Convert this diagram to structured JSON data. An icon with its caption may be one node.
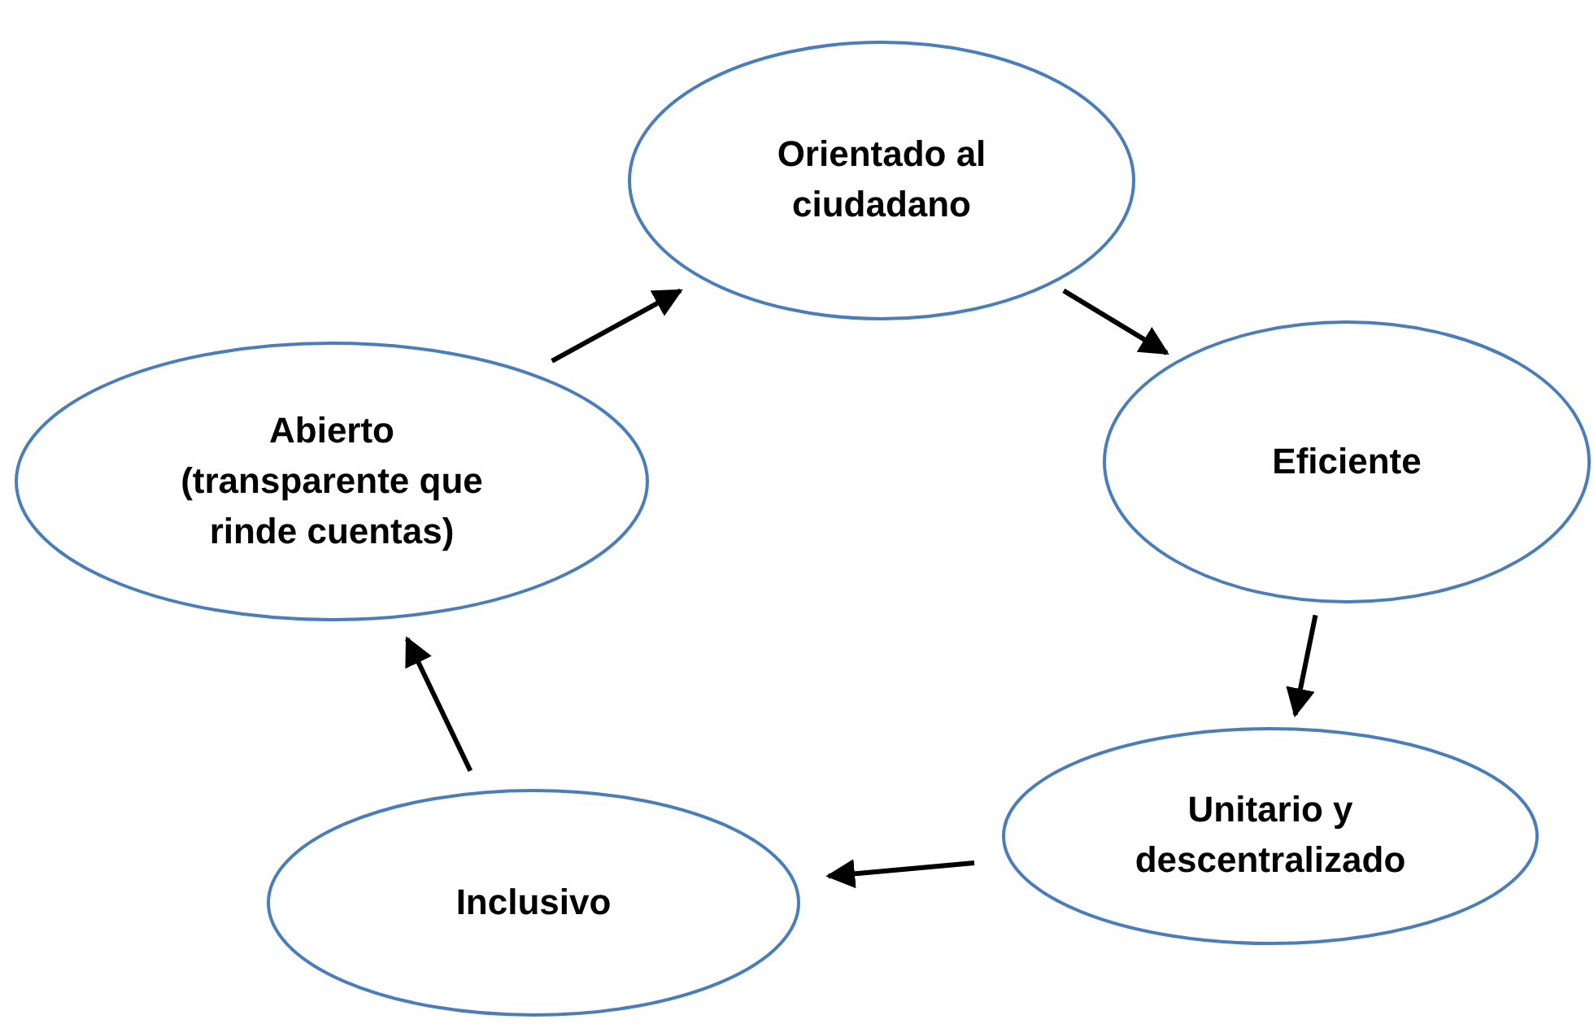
{
  "diagram": {
    "nodes": [
      {
        "text": [
          "Orientado al ciudadano"
        ]
      },
      {
        "text": [
          "Eficiente"
        ]
      },
      {
        "text": [
          "Unitario y descentralizado"
        ]
      },
      {
        "text": [
          "Inclusivo"
        ]
      },
      {
        "text": [
          "Abierto (transparente que rinde cuentas)"
        ]
      }
    ],
    "edges": [
      {
        "from": 0,
        "to": 1,
        "arrow": "to"
      },
      {
        "from": 1,
        "to": 2,
        "arrow": "to"
      },
      {
        "from": 2,
        "to": 3,
        "arrow": "to"
      },
      {
        "from": 3,
        "to": 4,
        "arrow": "to"
      },
      {
        "from": 4,
        "to": 0,
        "arrow": "to"
      }
    ]
  }
}
